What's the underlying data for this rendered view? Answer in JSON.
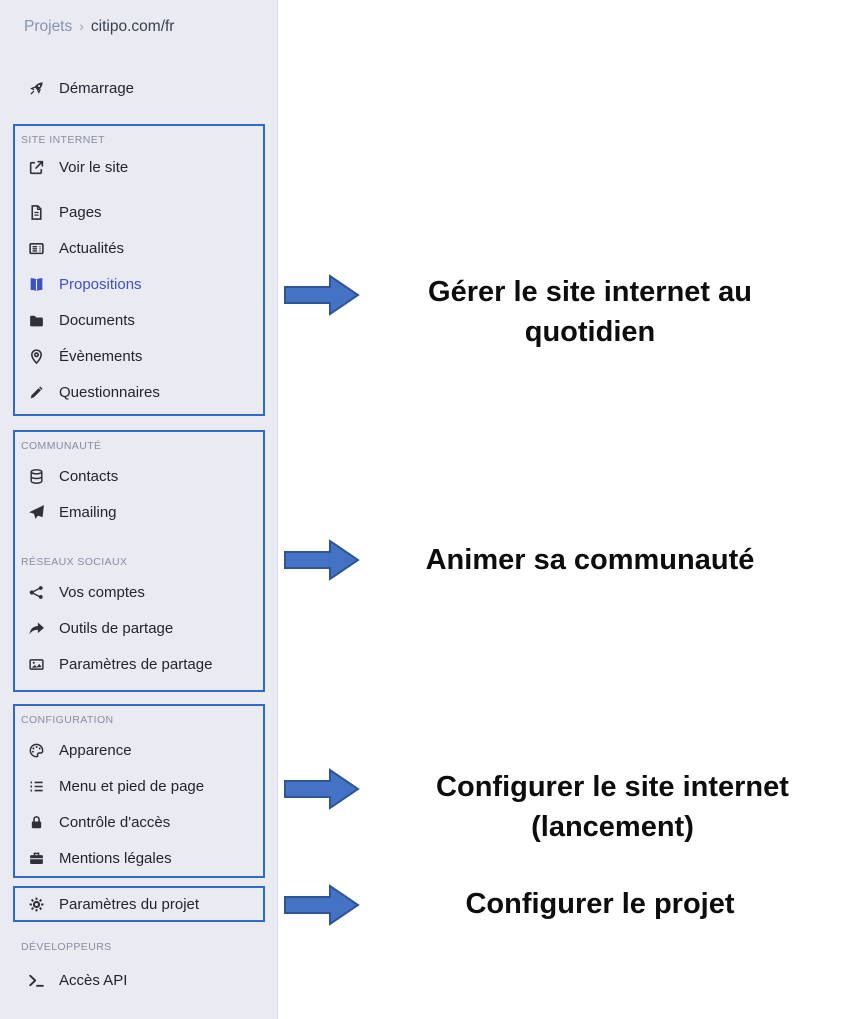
{
  "colors": {
    "sidebar_bg": "#e9eaf2",
    "accent_blue": "#3c50c9",
    "box_border": "#2e6bc6",
    "arrow_fill": "#4472c4",
    "arrow_stroke": "#2f5597",
    "text_dark": "#23252b",
    "heading_gray": "#878ca0",
    "annotation_text": "#0d0d0d"
  },
  "sidebar": {
    "breadcrumb": {
      "root": "Projets",
      "separator": "›",
      "current": "citipo.com/fr"
    },
    "demarrage": {
      "label": "Démarrage",
      "icon": "rocket-icon"
    },
    "site_internet": {
      "heading": "SITE INTERNET",
      "voir_le_site": {
        "label": "Voir le site",
        "icon": "external-link-icon"
      },
      "items": [
        {
          "label": "Pages",
          "icon": "file-icon",
          "active": false
        },
        {
          "label": "Actualités",
          "icon": "newspaper-icon",
          "active": false
        },
        {
          "label": "Propositions",
          "icon": "book-icon",
          "active": true
        },
        {
          "label": "Documents",
          "icon": "folder-icon",
          "active": false
        },
        {
          "label": "Évènements",
          "icon": "map-pin-icon",
          "active": false
        },
        {
          "label": "Questionnaires",
          "icon": "form-pencil-icon",
          "active": false
        }
      ]
    },
    "communaute": {
      "heading": "COMMUNAUTÉ",
      "items": [
        {
          "label": "Contacts",
          "icon": "database-icon"
        },
        {
          "label": "Emailing",
          "icon": "paper-plane-icon"
        }
      ]
    },
    "reseaux_sociaux": {
      "heading": "RÉSEAUX SOCIAUX",
      "items": [
        {
          "label": "Vos comptes",
          "icon": "share-nodes-icon"
        },
        {
          "label": "Outils de partage",
          "icon": "share-arrow-icon"
        },
        {
          "label": "Paramètres de partage",
          "icon": "image-icon"
        }
      ]
    },
    "configuration": {
      "heading": "CONFIGURATION",
      "items": [
        {
          "label": "Apparence",
          "icon": "palette-icon"
        },
        {
          "label": "Menu et pied de page",
          "icon": "list-icon"
        },
        {
          "label": "Contrôle d'accès",
          "icon": "lock-icon"
        },
        {
          "label": "Mentions légales",
          "icon": "briefcase-icon"
        }
      ]
    },
    "parametres_projet": {
      "label": "Paramètres du projet",
      "icon": "gears-icon"
    },
    "developpeurs": {
      "heading": "DÉVELOPPEURS",
      "items": [
        {
          "label": "Accès API",
          "icon": "terminal-icon"
        }
      ]
    }
  },
  "annotations": [
    {
      "lines": [
        "Gérer le site internet au",
        "quotidien"
      ]
    },
    {
      "lines": [
        "Animer sa communauté"
      ]
    },
    {
      "lines": [
        "Configurer le site internet",
        "(lancement)"
      ]
    },
    {
      "lines": [
        "Configurer le projet"
      ]
    }
  ]
}
